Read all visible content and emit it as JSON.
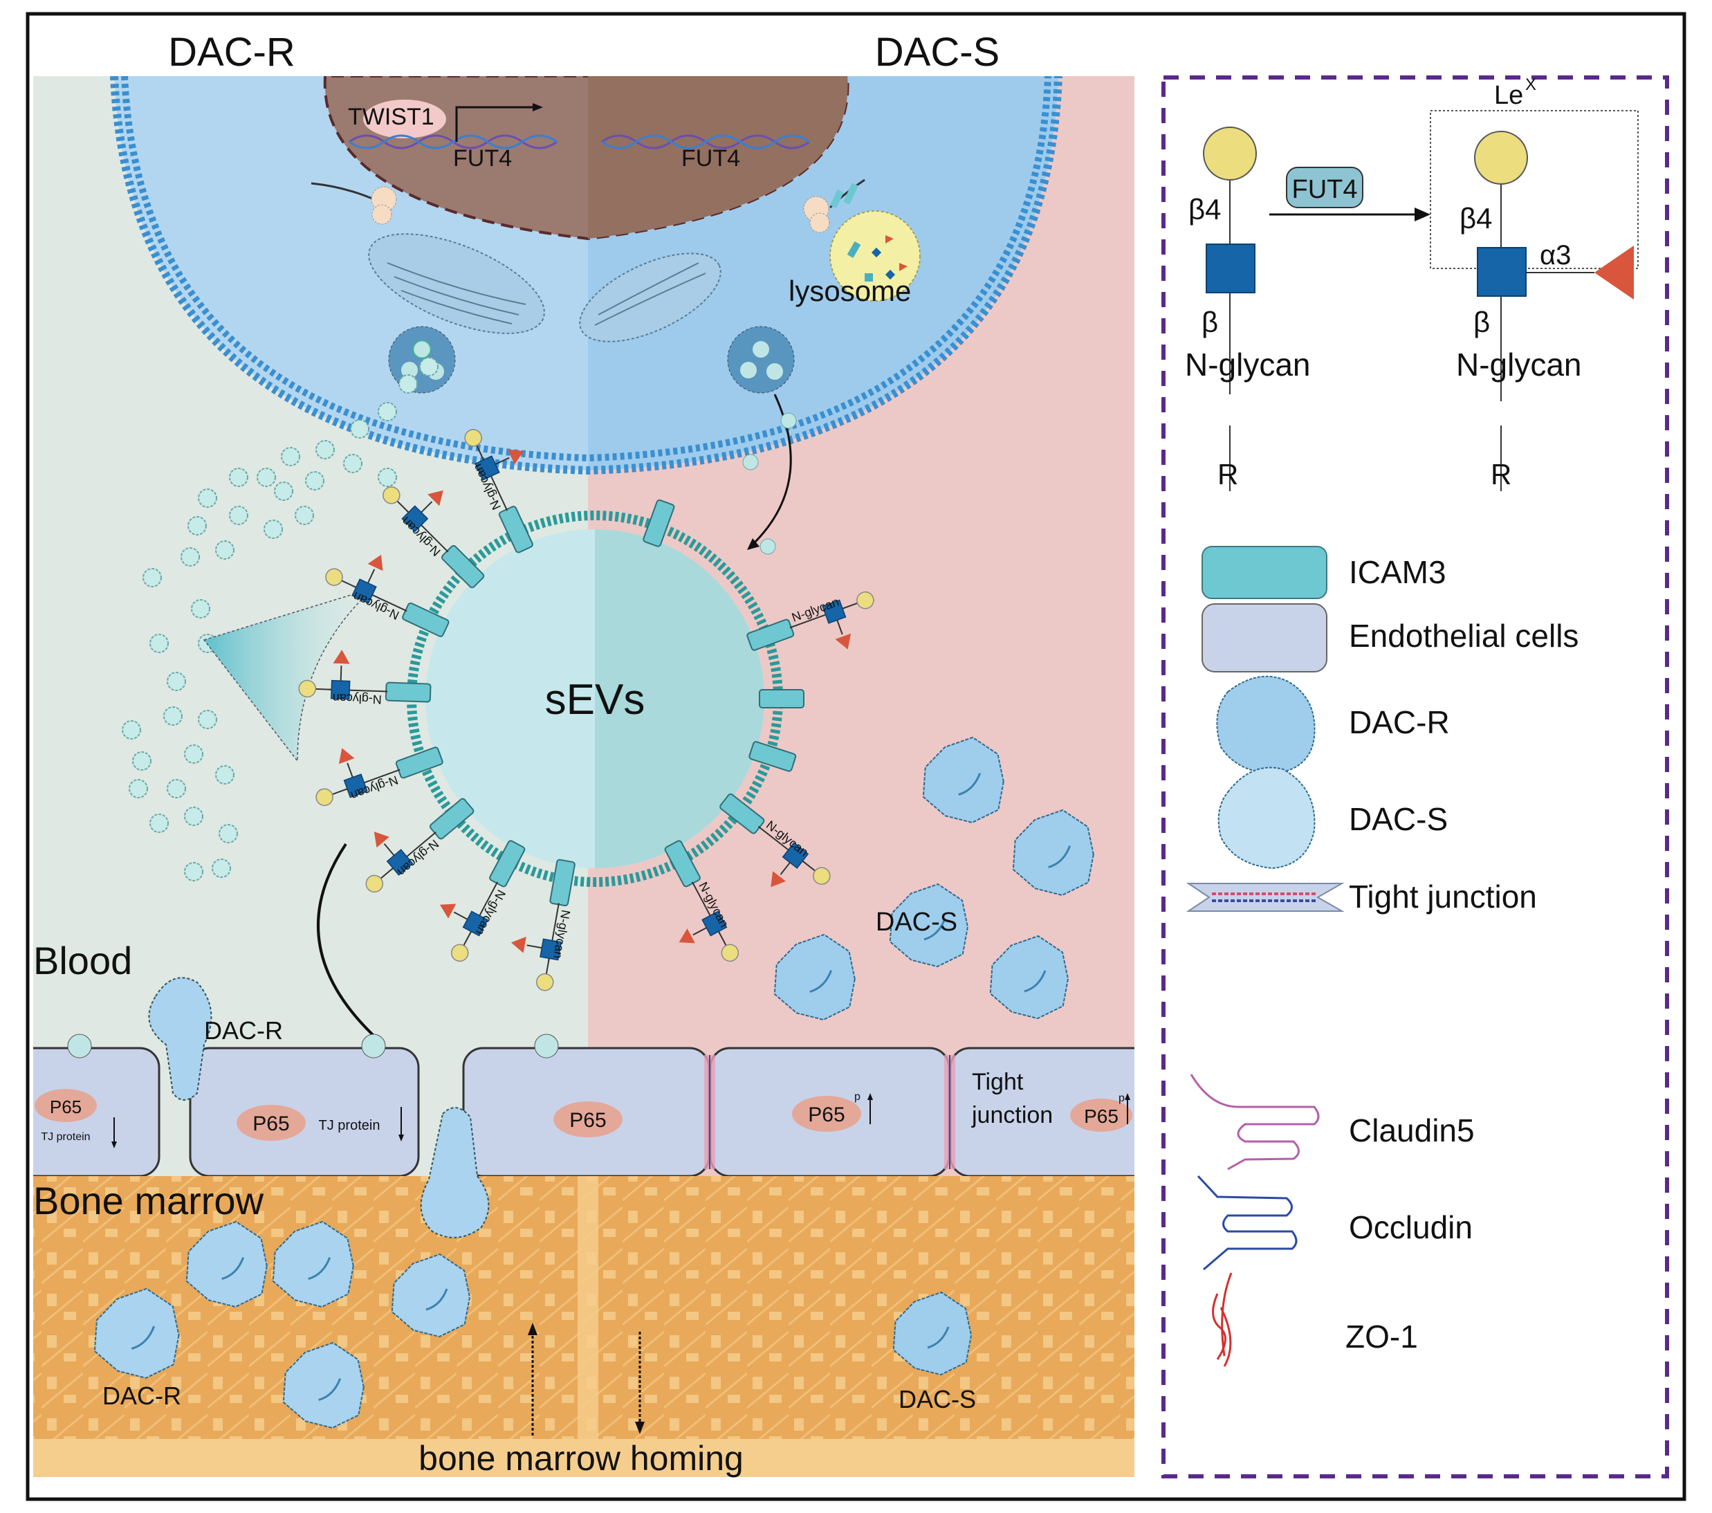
{
  "figure": {
    "panel_titles": {
      "left": "DAC-R",
      "right": "DAC-S"
    },
    "nucleus": {
      "transcription_factor": "TWIST1",
      "gene_left": "FUT4",
      "gene_right": "FUT4"
    },
    "organelle_labels": {
      "lysosome": "lysosome"
    },
    "vesicle_label": "sEVs",
    "glycan_label": "N-glycan",
    "region_labels": {
      "blood": "Blood",
      "bone_marrow": "Bone marrow"
    },
    "cell_labels": {
      "blood_dac_s": "DAC-S",
      "transmigrating_dac_r": "DAC-R",
      "marrow_dac_r": "DAC-R",
      "marrow_dac_s": "DAC-S"
    },
    "endothelium": {
      "p65": "P65",
      "phospho": "p",
      "tj_protein": "TJ protein",
      "tight_junction_line1": "Tight",
      "tight_junction_line2": "junction"
    },
    "homing_label": "bone marrow homing",
    "colors": {
      "dac_r_bg": "#dfe8e2",
      "dac_s_bg": "#ecc9c7",
      "cell_cytoplasm": "#b3d6f0",
      "membrane": "#3a8fd0",
      "nucleus": "#9b7a70",
      "galactose": "#ecdd7f",
      "glcnac": "#1565a8",
      "fucose": "#d9553b",
      "icam3": "#6ec8d2",
      "endothelial": "#c8d3ea",
      "bone_marrow": "#e8a95a",
      "legend_border": "#5a2a8a"
    }
  },
  "legend": {
    "glycan_scheme": {
      "lex_label": "Le",
      "lex_superscript": "X",
      "beta4": "β4",
      "beta": "β",
      "alpha3": "α3",
      "n_glycan": "N-glycan",
      "r": "R",
      "enzyme": "FUT4"
    },
    "items": [
      {
        "label": "ICAM3",
        "icon": "icam3-rect-icon"
      },
      {
        "label": "Endothelial cells",
        "icon": "endothelial-rect-icon"
      },
      {
        "label": "DAC-R",
        "icon": "dac-r-cell-icon"
      },
      {
        "label": "DAC-S",
        "icon": "dac-s-cell-icon"
      },
      {
        "label": "Tight junction",
        "icon": "tight-junction-icon"
      },
      {
        "label": "Claudin5",
        "icon": "claudin5-icon"
      },
      {
        "label": "Occludin",
        "icon": "occludin-icon"
      },
      {
        "label": "ZO-1",
        "icon": "zo1-icon"
      }
    ]
  }
}
